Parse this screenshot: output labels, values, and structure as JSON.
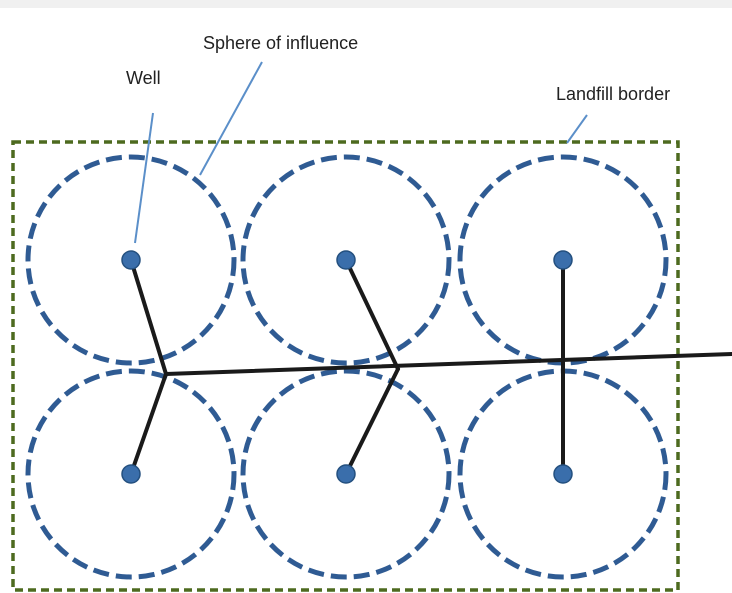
{
  "labels": {
    "sphere_of_influence": "Sphere of influence",
    "well": "Well",
    "landfill_border": "Landfill border"
  },
  "colors": {
    "background": "#ffffff",
    "border_dash": "#4d6a1f",
    "circle_dash": "#2f5b93",
    "well_fill": "#3a6eab",
    "pipe": "#1a1a1a",
    "leader_line": "#5b8fc9"
  },
  "wells": {
    "rows": 2,
    "columns": 3
  }
}
